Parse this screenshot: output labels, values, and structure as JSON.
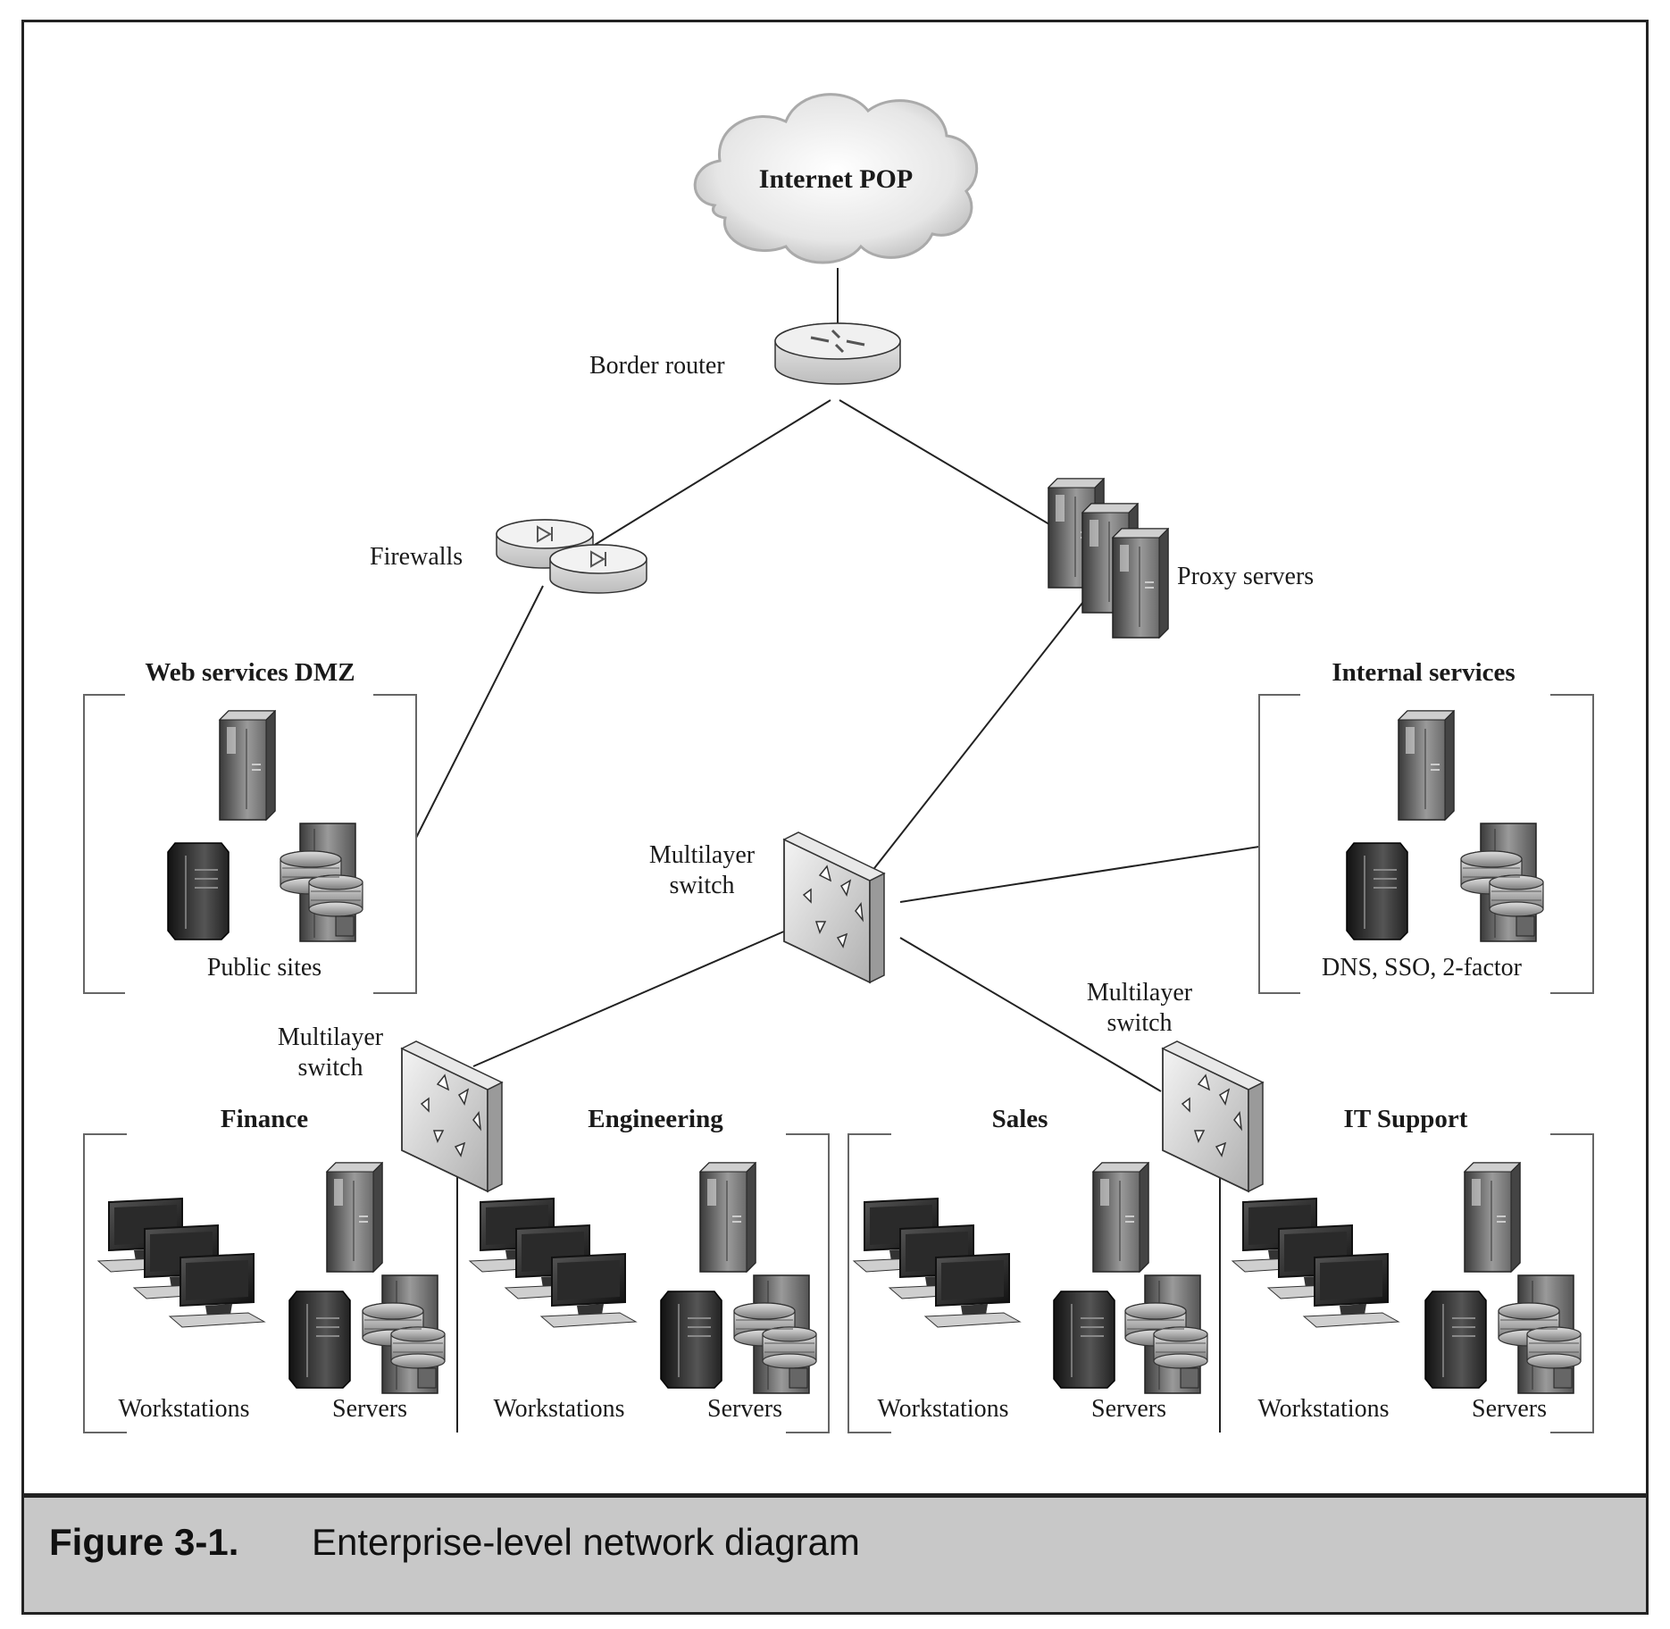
{
  "figure": {
    "number": "Figure 3-1.",
    "caption": "Enterprise-level network diagram"
  },
  "nodes": {
    "internet": "Internet POP",
    "border_router": "Border router",
    "firewalls": "Firewalls",
    "proxy_servers": "Proxy servers",
    "core_switch": [
      "Multilayer",
      "switch"
    ],
    "left_switch": [
      "Multilayer",
      "switch"
    ],
    "right_switch": [
      "Multilayer",
      "switch"
    ]
  },
  "groups": {
    "dmz": {
      "title": "Web services DMZ",
      "caption": "Public sites"
    },
    "internal": {
      "title": "Internal services",
      "caption": "DNS, SSO, 2-factor"
    },
    "finance": {
      "title": "Finance",
      "workstations": "Workstations",
      "servers": "Servers"
    },
    "engineering": {
      "title": "Engineering",
      "workstations": "Workstations",
      "servers": "Servers"
    },
    "sales": {
      "title": "Sales",
      "workstations": "Workstations",
      "servers": "Servers"
    },
    "it_support": {
      "title": "IT Support",
      "workstations": "Workstations",
      "servers": "Servers"
    }
  }
}
